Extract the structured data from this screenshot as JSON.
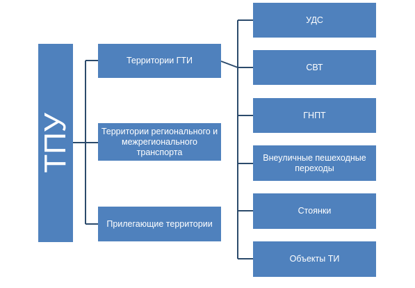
{
  "root": {
    "label": "ТПУ"
  },
  "categories": [
    {
      "label": "Территории ГТИ"
    },
    {
      "label": "Территории регионального и межрегионального транспорта"
    },
    {
      "label": "Прилегающие территории"
    }
  ],
  "subitems": [
    {
      "label": "УДС"
    },
    {
      "label": "СВТ"
    },
    {
      "label": "ГНПТ"
    },
    {
      "label": "Внеуличные пешеходные переходы"
    },
    {
      "label": "Стоянки"
    },
    {
      "label": "Объекты ТИ"
    }
  ],
  "colors": {
    "box_fill": "#4f81bd",
    "connector": "#2b4a6b",
    "text": "#ffffff"
  }
}
